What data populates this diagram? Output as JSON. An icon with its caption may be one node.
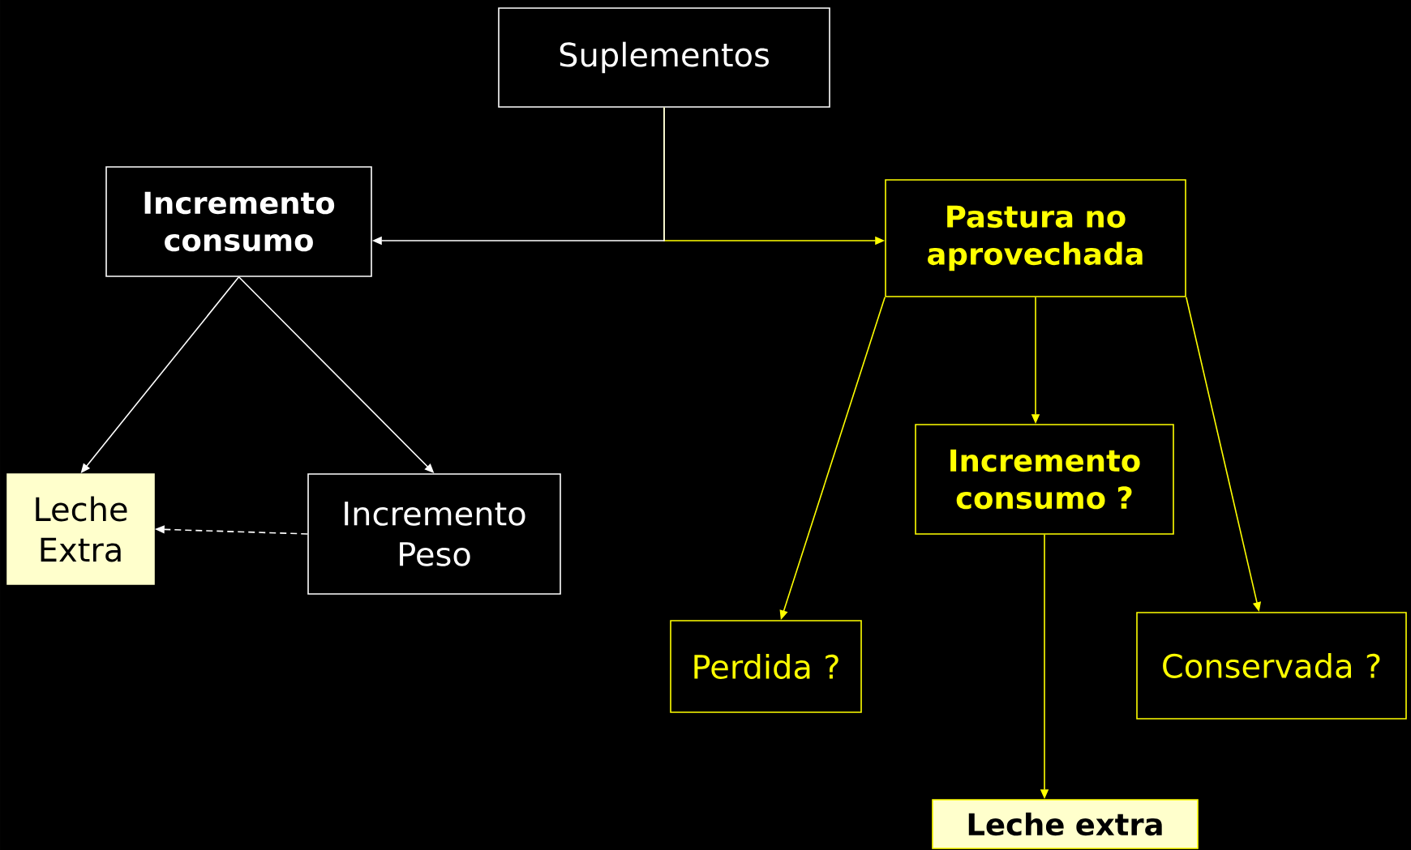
{
  "diagram": {
    "nodes": [
      {
        "text": [
          "Suplementos"
        ]
      },
      {
        "text": [
          "Incremento consumo"
        ]
      },
      {
        "text": [
          "Pastura no aprovechada"
        ]
      },
      {
        "text": [
          "Leche Extra"
        ]
      },
      {
        "text": [
          "Incremento Peso"
        ]
      },
      {
        "text": [
          "Incremento consumo ?"
        ]
      },
      {
        "text": [
          "Perdida ?"
        ]
      },
      {
        "text": [
          "Conservada ?"
        ]
      },
      {
        "text": [
          "Leche extra"
        ]
      }
    ],
    "edges": [
      {
        "from": 0,
        "to": 2,
        "arrow": "to",
        "color": "#ffff00"
      },
      {
        "from": 0,
        "to": 1,
        "arrow": "to",
        "color": "#ffffff"
      },
      {
        "from": 1,
        "to": 3,
        "arrow": "to",
        "color": "#ffffff"
      },
      {
        "from": 1,
        "to": 4,
        "arrow": "to",
        "color": "#ffffff"
      },
      {
        "from": 4,
        "to": 3,
        "arrow": "to",
        "style": "dashed",
        "color": "#ffffff"
      },
      {
        "from": 2,
        "to": 6,
        "arrow": "to",
        "color": "#ffff00"
      },
      {
        "from": 2,
        "to": 5,
        "arrow": "to",
        "color": "#ffff00"
      },
      {
        "from": 2,
        "to": 7,
        "arrow": "to",
        "color": "#ffff00"
      },
      {
        "from": 5,
        "to": 8,
        "arrow": "to",
        "color": "#ffff00"
      }
    ]
  }
}
